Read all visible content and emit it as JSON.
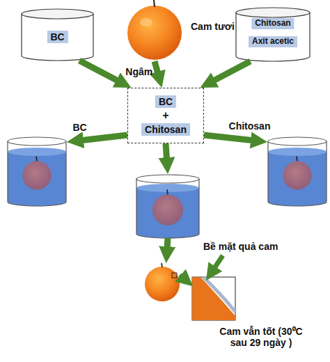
{
  "diagram": {
    "nodes": [
      {
        "text": [
          "BC"
        ]
      },
      {
        "text": [
          "Cam tươi"
        ]
      },
      {
        "text": [
          "Chitosan",
          "Axit acetic"
        ]
      },
      {
        "text": [
          "BC",
          "+",
          "Chitosan"
        ]
      },
      {
        "text": []
      },
      {
        "text": []
      },
      {
        "text": []
      },
      {
        "text": []
      },
      {
        "text": [
          "Cam vẫn tốt (30⁰C sau 29 ngày )"
        ]
      }
    ],
    "edges": [
      {
        "from": 0,
        "to": 3,
        "arrow": "to"
      },
      {
        "from": 1,
        "to": 3,
        "label": "Ngâm",
        "arrow": "to"
      },
      {
        "from": 2,
        "to": 3,
        "arrow": "to"
      },
      {
        "from": 3,
        "to": 4,
        "label": "BC",
        "arrow": "to"
      },
      {
        "from": 3,
        "to": 5,
        "label": "Chitosan",
        "arrow": "to"
      },
      {
        "from": 3,
        "to": 6,
        "arrow": "to"
      },
      {
        "from": 6,
        "to": 7,
        "arrow": "to"
      },
      {
        "from": 7,
        "to": 8,
        "arrow": "to"
      }
    ],
    "labels": [
      "Bề mặt quả cam"
    ]
  }
}
